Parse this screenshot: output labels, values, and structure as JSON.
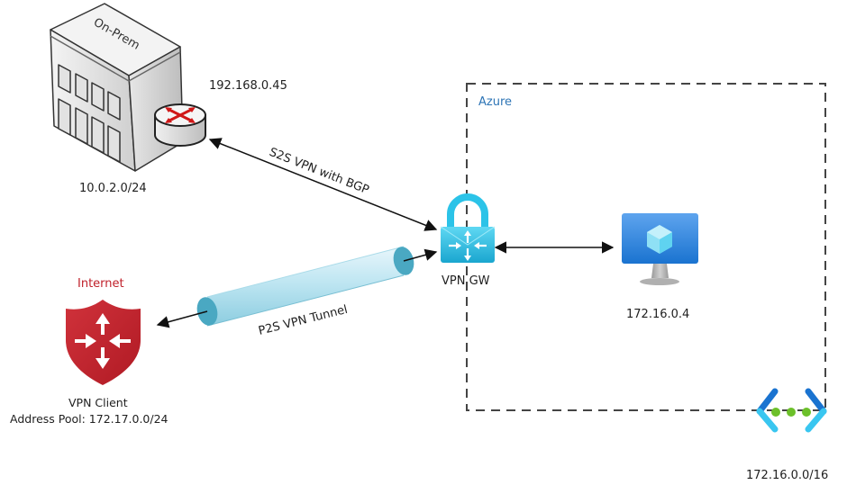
{
  "diagram": {
    "onprem": {
      "building_label": "On-Prem",
      "public_ip": "192.168.0.45",
      "subnet": "10.0.2.0/24"
    },
    "internet": {
      "label": "Internet",
      "label_color": "#c0202a",
      "client_label": "VPN Client",
      "address_pool": "Address Pool: 172.17.0.0/24"
    },
    "azure": {
      "region_label": "Azure",
      "region_label_color": "#2e75b6",
      "gateway_label": "VPN GW",
      "vm_ip": "172.16.0.4",
      "vnet_cidr": "172.16.0.0/16"
    },
    "connections": {
      "s2s_label": "S2S VPN with BGP",
      "p2s_label": "P2S VPN Tunnel"
    },
    "colors": {
      "lock_cyan": "#2bc3e8",
      "vm_blue": "#1e7fd6",
      "vnet_green": "#6cc02a",
      "shield_red": "#c0202a",
      "tunnel_cap": "#4aa8c2"
    }
  }
}
